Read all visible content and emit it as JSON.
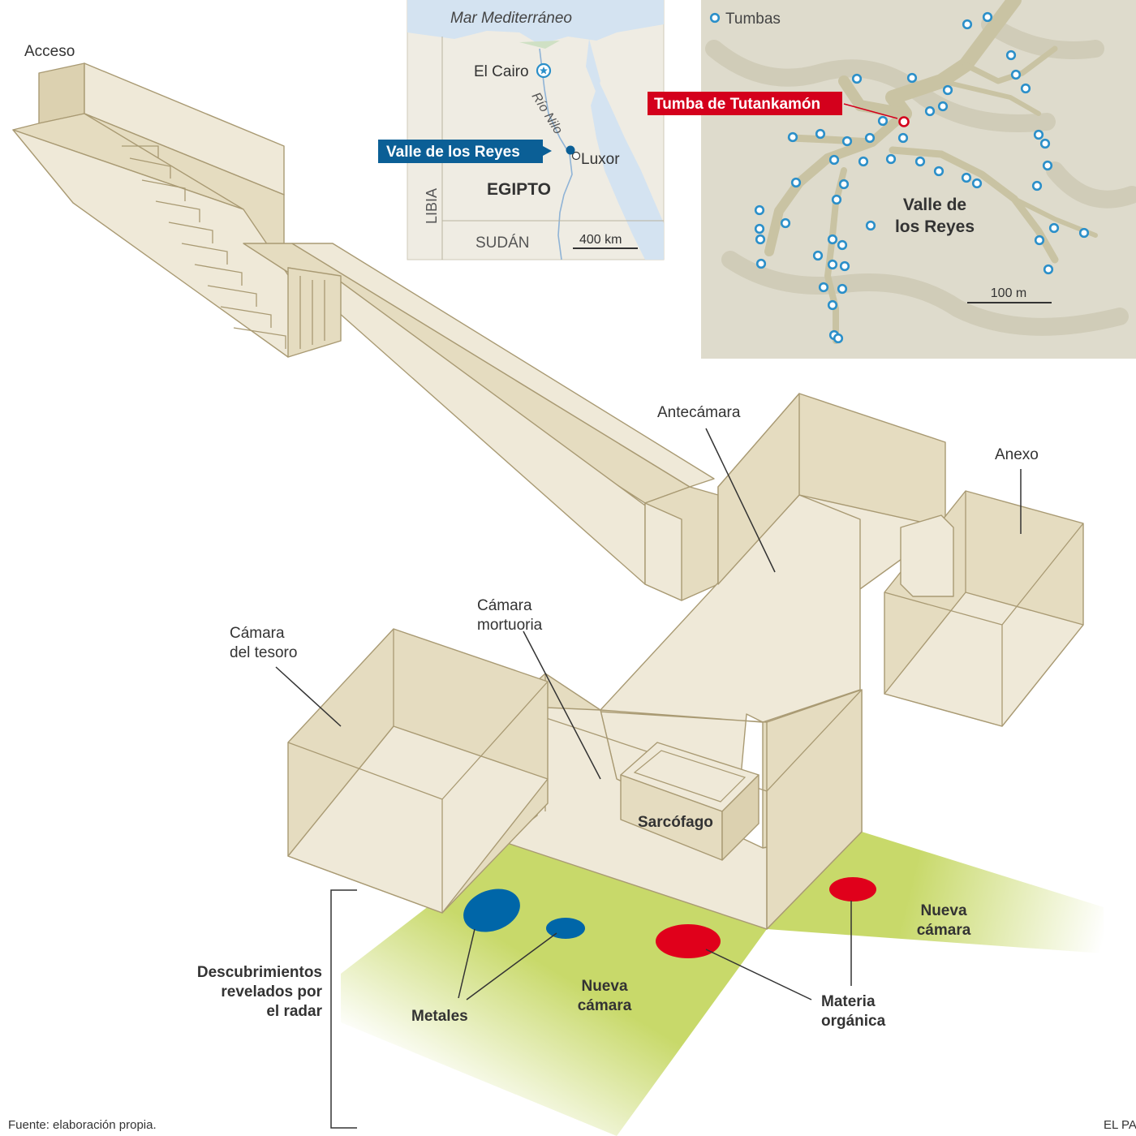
{
  "colors": {
    "tomb_wall": "#e5dcc0",
    "tomb_floor": "#efe9d8",
    "tomb_outline": "#a99a73",
    "radar_ground": "#c8d96a",
    "metal": "#0066a8",
    "organic": "#e0001b",
    "map_land": "#efece3",
    "map_sea": "#d4e3f1",
    "valley_terrain": "#dedbcc",
    "tomb_marker": "#2b8fc9",
    "label_blue": "#0b5f96",
    "label_red": "#d4001c"
  },
  "labels": {
    "access": "Acceso",
    "antechamber": "Antecámara",
    "annex": "Anexo",
    "burial_chamber": [
      "Cámara",
      "mortuoria"
    ],
    "treasury": [
      "Cámara",
      "del tesoro"
    ],
    "sarcophagus": "Sarcófago",
    "new_chamber_left": [
      "Nueva",
      "cámara"
    ],
    "new_chamber_right": [
      "Nueva",
      "cámara"
    ],
    "metals": "Metales",
    "organic": [
      "Materia",
      "orgánica"
    ],
    "radar_findings": [
      "Descubrimientos",
      "revelados por",
      "el radar"
    ]
  },
  "egypt_map": {
    "sea": "Mar Mediterráneo",
    "cairo": "El Cairo",
    "nile": "Río Nilo",
    "luxor": "Luxor",
    "valley": "Valle de los Reyes",
    "country": "EGIPTO",
    "libya": "LIBIA",
    "sudan": "SUDÁN",
    "scale": "400 km",
    "icons": [
      "capital-star-icon",
      "location-dot-icon"
    ]
  },
  "valley_map": {
    "legend": "Tumbas",
    "title": [
      "Valle de",
      "los Reyes"
    ],
    "tutankhamun": "Tumba de Tutankamón",
    "scale": "100 m",
    "icons": [
      "tomb-marker-icon",
      "tutankhamun-marker-icon"
    ]
  },
  "footer": {
    "source": "Fuente: elaboración propia.",
    "credit": "EL PAÍS"
  }
}
